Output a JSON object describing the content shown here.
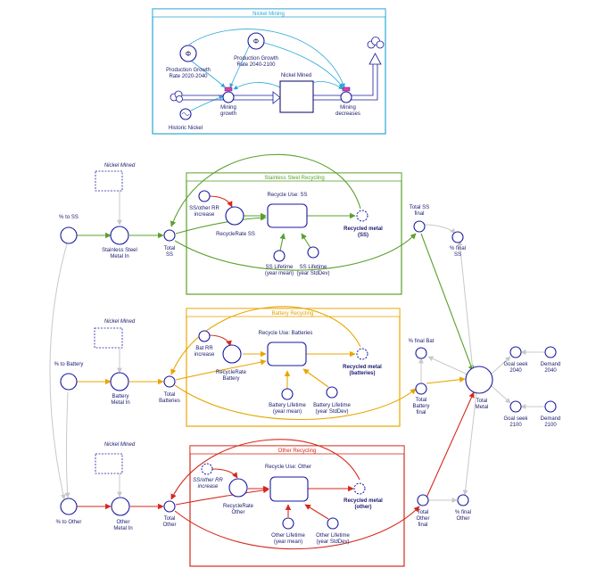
{
  "nickel_mining": {
    "title": "Nickel Mining",
    "prod_2020_label": "Production Growth\nRate 2020-2040",
    "prod_2040_label": "Production Growth\nRate 2040-2100",
    "stock_label": "Nickel Mined",
    "mining_growth_label": "Mining\ngrowth",
    "mining_decreases_label": "Mining\ndecreases",
    "historic_label": "Historic Nickel",
    "phi_symbol": "Φ"
  },
  "ghosts": {
    "nickel_mined_ss": "Nickel Mined",
    "nickel_mined_bat": "Nickel Mined",
    "nickel_mined_other": "Nickel Mined"
  },
  "ss": {
    "title": "Stainless Steel Recycling",
    "pct_label": "% to SS",
    "metal_in_label": "Stainless Steel\nMetal In",
    "total_label": "Total\nSS",
    "rr_increase_label": "SS/other RR\nincrease",
    "recycle_rate_label": "RecycleRate SS",
    "recycle_use_label": "Recycle Use: SS",
    "recycled_metal_label": "Recycled metal\n(SS)",
    "lifetime_mean_label": "SS Lifetime\n(year mean)",
    "lifetime_sd_label": "SS Lifetime\n(year StdDev)",
    "total_final_label": "Total SS\nfinal",
    "pct_final_label": "% final\nSS"
  },
  "battery": {
    "title": "Battery Recycling",
    "pct_label": "% to Battery",
    "metal_in_label": "Battery\nMetal In",
    "total_label": "Total\nBatteries",
    "rr_increase_label": "Bat RR\nincrease",
    "recycle_rate_label": "RecycleRate\nBattery",
    "recycle_use_label": "Recycle Use: Batteries",
    "recycled_metal_label": "Recycled metal\n(batteries)",
    "lifetime_mean_label": "Battery Lifetime\n(year mean)",
    "lifetime_sd_label": "Battery Lifetime\n(year StdDev)",
    "total_final_label": "Total\nBattery\nfinal",
    "pct_final_label": "% final Bat"
  },
  "other": {
    "title": "Other Recycling",
    "pct_label": "% to Other",
    "metal_in_label": "Other\nMetal In",
    "total_label": "Total\nOther",
    "rr_increase_label": "SS/other RR\nincrease",
    "recycle_rate_label": "RecycleRate\nOther",
    "recycle_use_label": "Recycle Use: Other",
    "recycled_metal_label": "Recycled metal\n(other)",
    "lifetime_mean_label": "Other Lifetime\n(year mean)",
    "lifetime_sd_label": "Other Lifetime\n(year StdDev)",
    "total_final_label": "Total\nOther\nfinal",
    "pct_final_label": "% final\nOther"
  },
  "totals": {
    "total_metal_label": "Total\nMetal",
    "goal_2040_label": "Goal seek\n2040",
    "demand_2040_label": "Demand\n2040",
    "goal_2100_label": "Goal seek\n2100",
    "demand_2100_label": "Demand\n2100"
  },
  "colors": {
    "nickel": "#2aa7d6",
    "green": "#5aa02c",
    "orange": "#e8a600",
    "red": "#d42a1c",
    "node": "#1a1aa0",
    "grey": "#c8c8c8"
  }
}
